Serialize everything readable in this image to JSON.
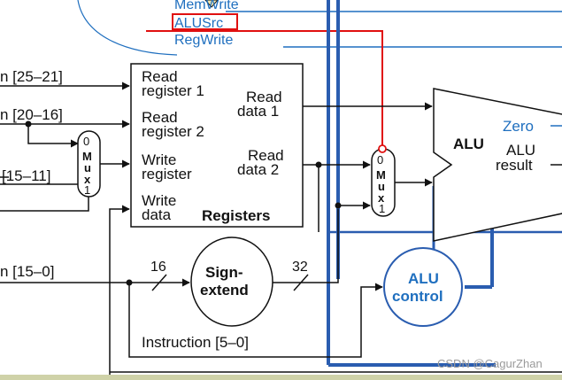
{
  "control_signals": [
    "MemWrite",
    "ALUSrc",
    "RegWrite"
  ],
  "instruction_fields": {
    "rs": "n [25–21]",
    "rt": "n [20–16]",
    "rd": "[15–11]",
    "imm": "n [15–0]",
    "funct": "Instruction [5–0]"
  },
  "registers": {
    "read_register_1": [
      "Read",
      "register 1"
    ],
    "read_register_2": [
      "Read",
      "register 2"
    ],
    "write_register": [
      "Write",
      "register"
    ],
    "write_data": [
      "Write",
      "data"
    ],
    "read_data_1": [
      "Read",
      "data 1"
    ],
    "read_data_2": [
      "Read",
      "data 2"
    ],
    "title": "Registers"
  },
  "mux_left": {
    "zero": "0",
    "letters": [
      "M",
      "u",
      "x"
    ],
    "one": "1"
  },
  "mux_right": {
    "zero": "0",
    "letters": [
      "M",
      "u",
      "x"
    ],
    "one": "1"
  },
  "sign_extend": {
    "line1": "Sign-",
    "line2": "extend",
    "in_width": "16",
    "out_width": "32"
  },
  "alu": {
    "label": "ALU",
    "zero": "Zero",
    "result_line1": "ALU",
    "result_line2": "result"
  },
  "alu_control": {
    "line1": "ALU",
    "line2": "control"
  },
  "watermark": "CSDN @CagurZhan",
  "colors": {
    "wire": "#111111",
    "control": "#1f6fbf",
    "bus": "#2a5db0",
    "highlight": "#e01010",
    "bottom_bar": "#cfd2a8"
  }
}
